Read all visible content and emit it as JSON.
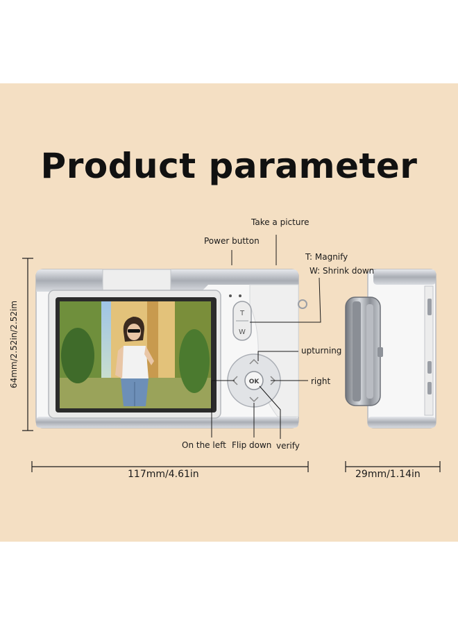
{
  "title": "Product parameter",
  "callouts": {
    "take_picture": "Take a picture",
    "power_button": "Power button",
    "magnify": "T: Magnify",
    "shrink": "W: Shrink down",
    "upturning": "upturning",
    "right": "right",
    "on_the_left": "On the left",
    "flip_down": "Flip down",
    "verify": "verify"
  },
  "dimensions": {
    "width": "117mm/4.61in",
    "depth": "29mm/1.14in",
    "height": "64mm/2.52in/2.52im"
  },
  "buttons": {
    "zoom_t": "T",
    "zoom_w": "W",
    "ok": "OK"
  },
  "colors": {
    "background": "#f4dfc3",
    "camera_body": "#f7f7f7",
    "silver": "#b9bcc2",
    "screen_bezel": "#2b2b2b"
  },
  "icons": [
    "camera-front-view",
    "camera-side-view",
    "lcd-screen-photo",
    "dpad-arrow-icon"
  ]
}
